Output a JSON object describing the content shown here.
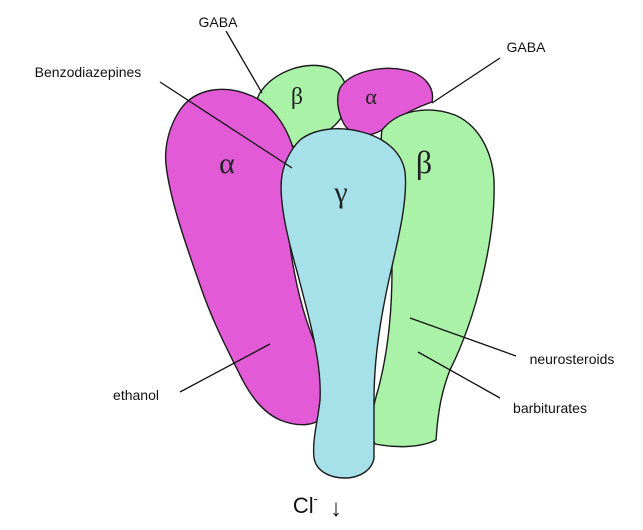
{
  "colors": {
    "alpha": "#e35ad6",
    "beta": "#a9f2a8",
    "gamma": "#a6e1ea",
    "outline": "#1a1a1a"
  },
  "subunits": {
    "alpha_back": "α",
    "beta_back": "β",
    "alpha_front": "α",
    "beta_front": "β",
    "gamma": "γ"
  },
  "labels": {
    "gaba_top": "GABA",
    "gaba_right": "GABA",
    "benzodiazepines": "Benzodiazepines",
    "ethanol": "ethanol",
    "neurosteroids": "neurosteroids",
    "barbiturates": "barbiturates"
  },
  "ion": {
    "symbol": "Cl",
    "charge": "-",
    "arrow": "↓"
  }
}
